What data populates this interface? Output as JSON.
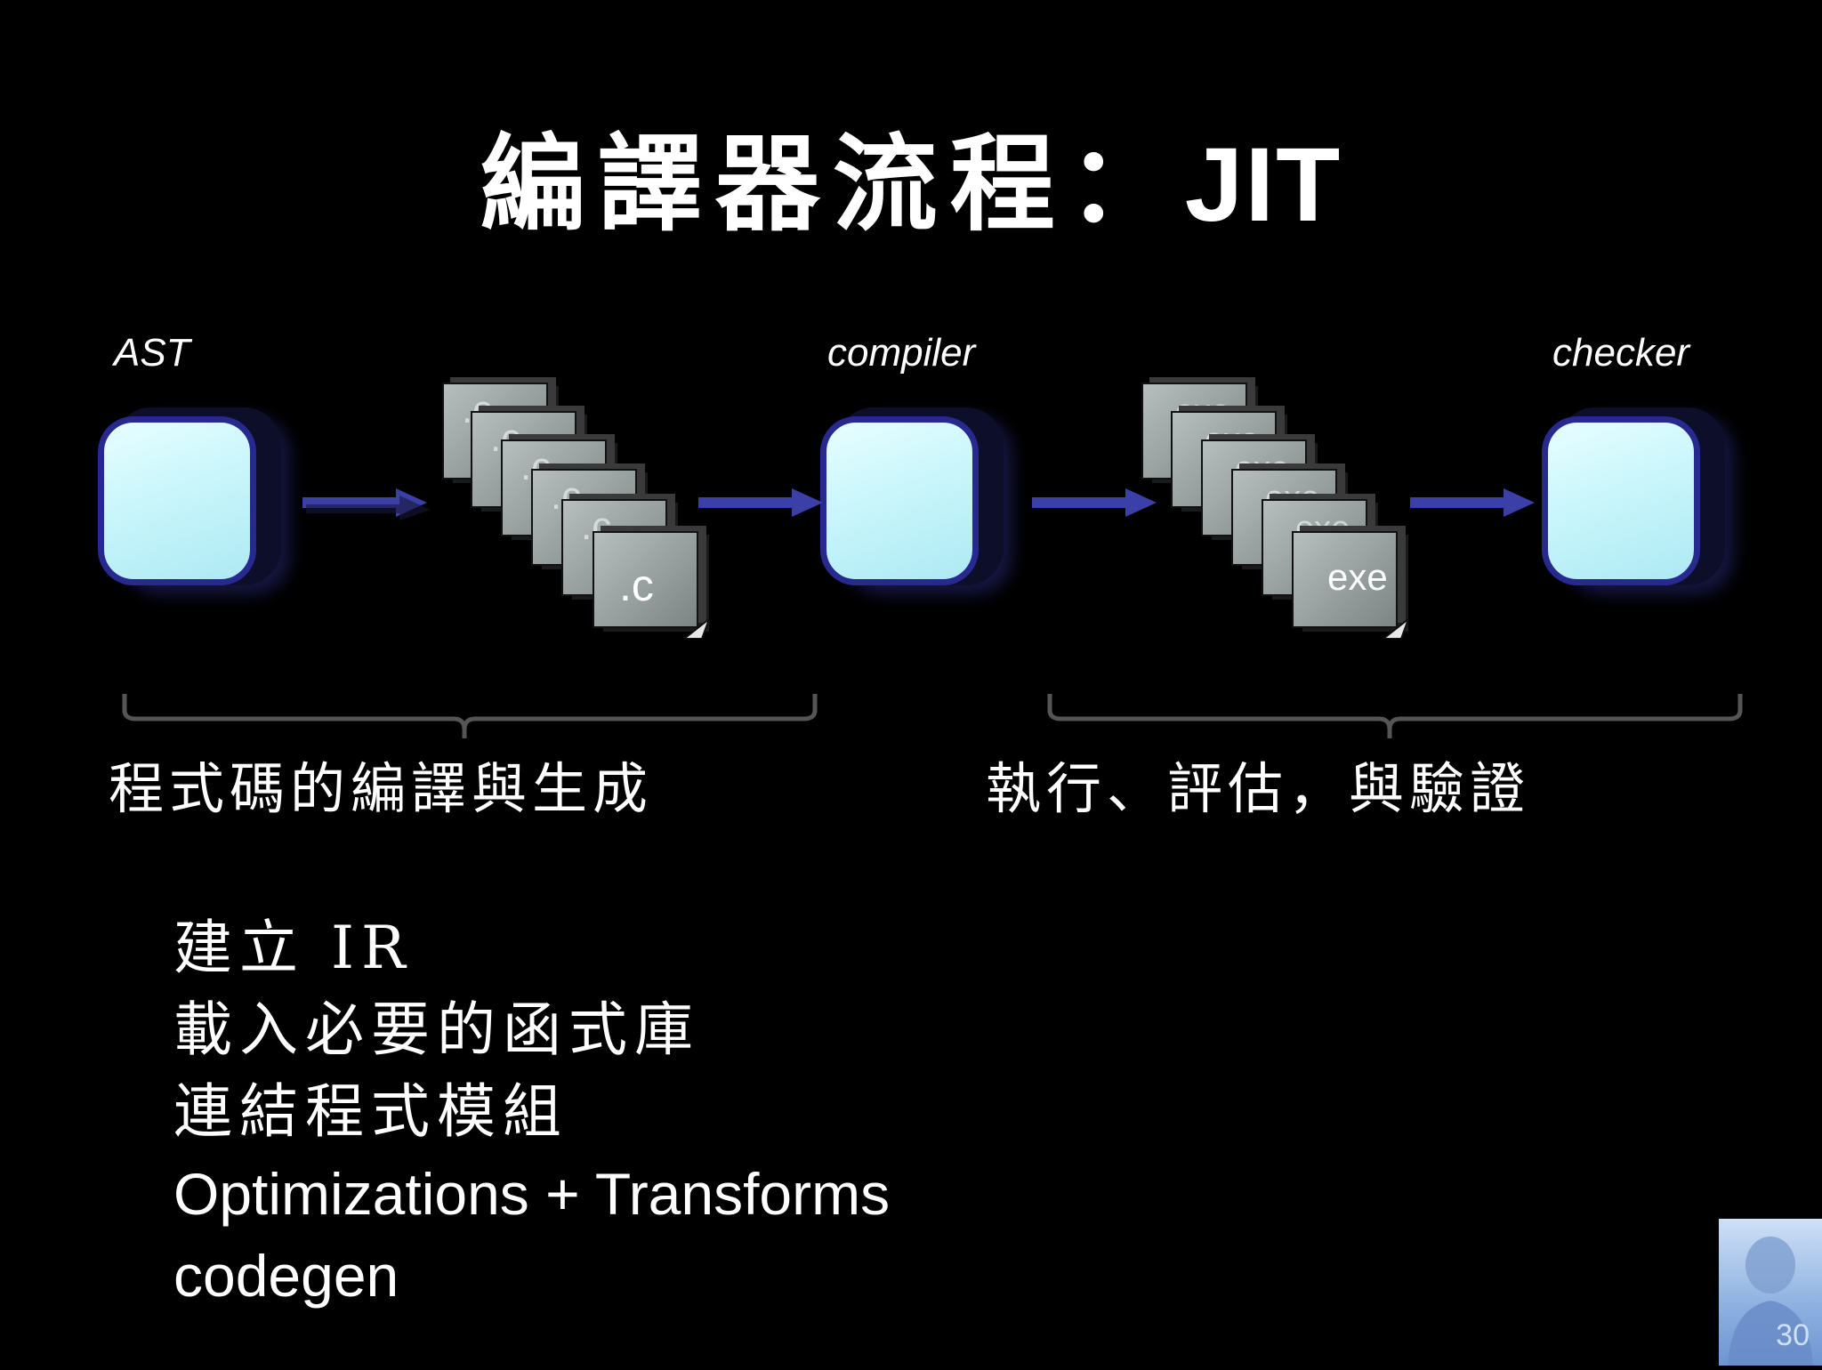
{
  "slide": {
    "title_cjk": "編譯器流程：",
    "title_latin": "JIT",
    "page_number": "30"
  },
  "stages": {
    "ast_label": "AST",
    "compiler_label": "compiler",
    "checker_label": "checker"
  },
  "stacks": {
    "source_file_label": ".c",
    "exe_file_label": "exe"
  },
  "sections": {
    "left": "程式碼的編譯與生成",
    "right": "執行、評估，與驗證"
  },
  "steps": [
    "建立 IR",
    "載入必要的函式庫",
    "連結程式模組",
    "Optimizations + Transforms",
    "codegen"
  ],
  "colors": {
    "background": "#000000",
    "node_face": "#c9f6fb",
    "node_border": "#27298e",
    "arrow": "#3b3fa8"
  }
}
